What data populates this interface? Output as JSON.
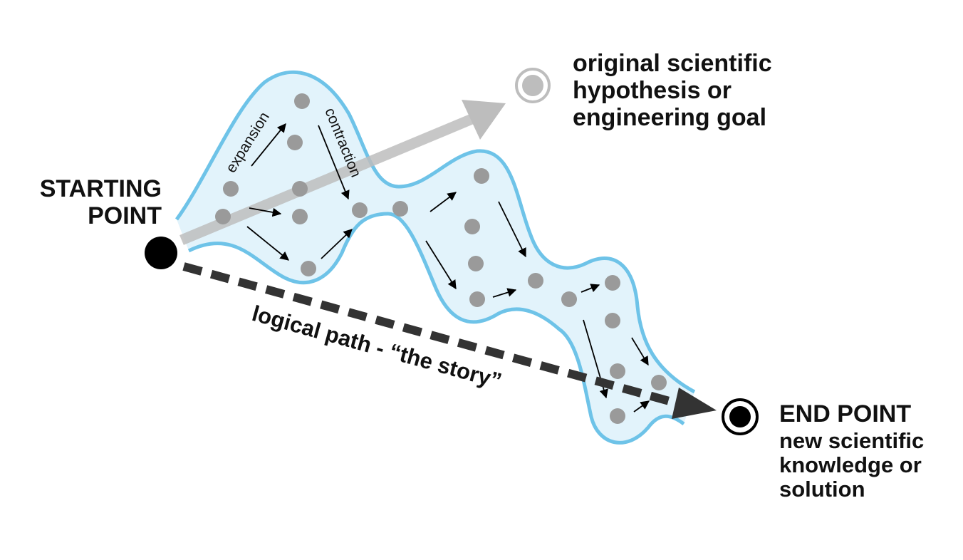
{
  "labels": {
    "starting_point": "STARTING\nPOINT",
    "original_goal": "original scientific\nhypothesis or\nengineering goal",
    "end_point_title": "END POINT",
    "end_point_subtitle": "new scientific\nknowledge or\nsolution",
    "logical_path": "logical path - “the story”",
    "expansion": "expansion",
    "contraction": "contraction"
  },
  "colors": {
    "region_fill": "#e2f3fb",
    "region_outline": "#6ec3e8",
    "dot": "#9a9a9a",
    "goal_arrow": "#bdbdbd",
    "logical_path": "#333333",
    "node": "#000000"
  }
}
